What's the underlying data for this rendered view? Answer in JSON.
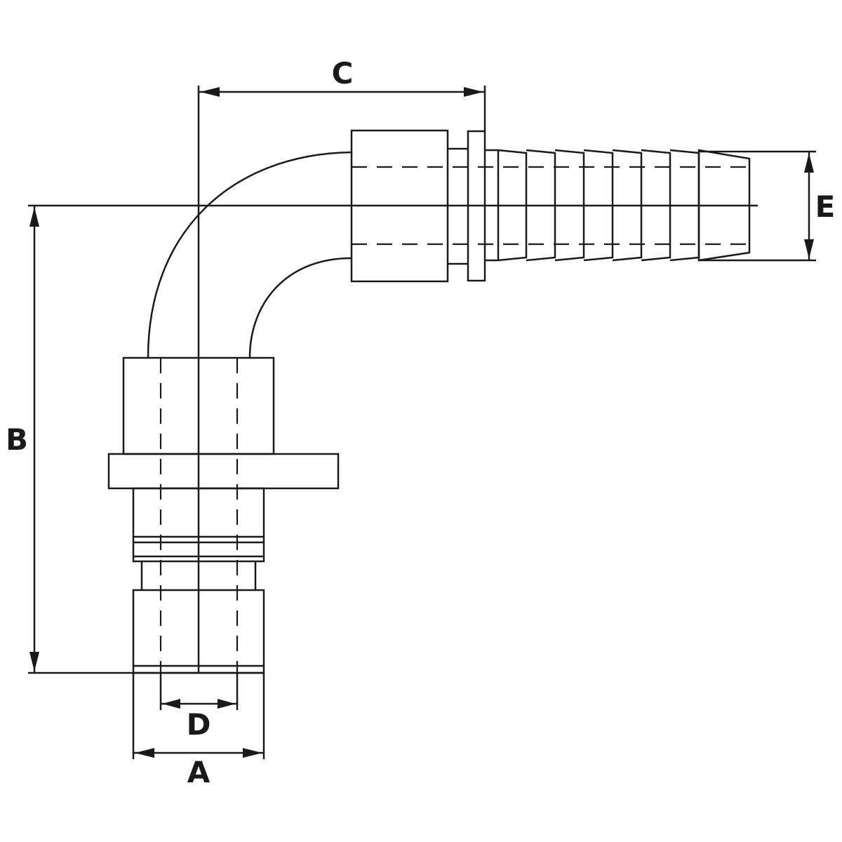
{
  "drawing": {
    "line_color": "#1a1a1a",
    "background": "#ffffff",
    "dimension_labels": {
      "a": "A",
      "b": "B",
      "c": "C",
      "d": "D",
      "e": "E"
    }
  }
}
